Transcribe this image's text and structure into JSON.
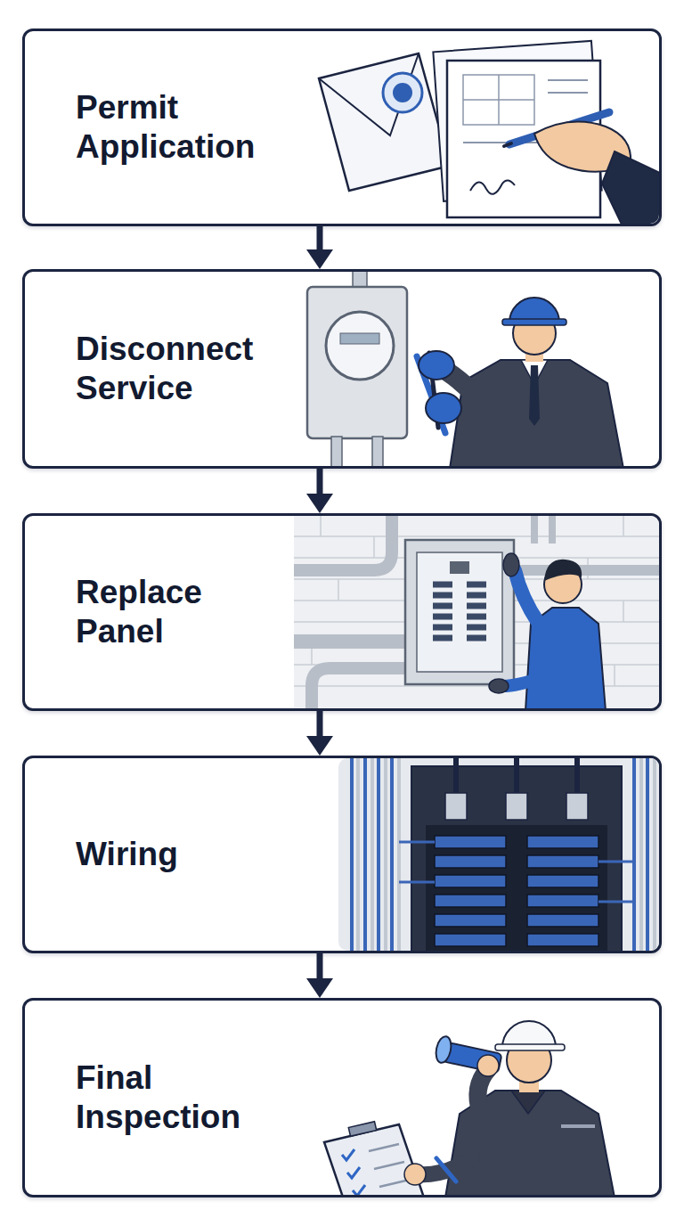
{
  "diagram": {
    "nodes": [
      {
        "text": [
          "Permit Application"
        ]
      },
      {
        "text": [
          "Disconnect Service"
        ]
      },
      {
        "text": [
          "Replace Panel"
        ]
      },
      {
        "text": [
          "Wiring"
        ]
      },
      {
        "text": [
          "Final Inspection"
        ]
      }
    ],
    "edges": [
      {
        "from": 0,
        "to": 1,
        "arrow": "to"
      },
      {
        "from": 1,
        "to": 2,
        "arrow": "to"
      },
      {
        "from": 2,
        "to": 3,
        "arrow": "to"
      },
      {
        "from": 3,
        "to": 4,
        "arrow": "to"
      }
    ]
  }
}
